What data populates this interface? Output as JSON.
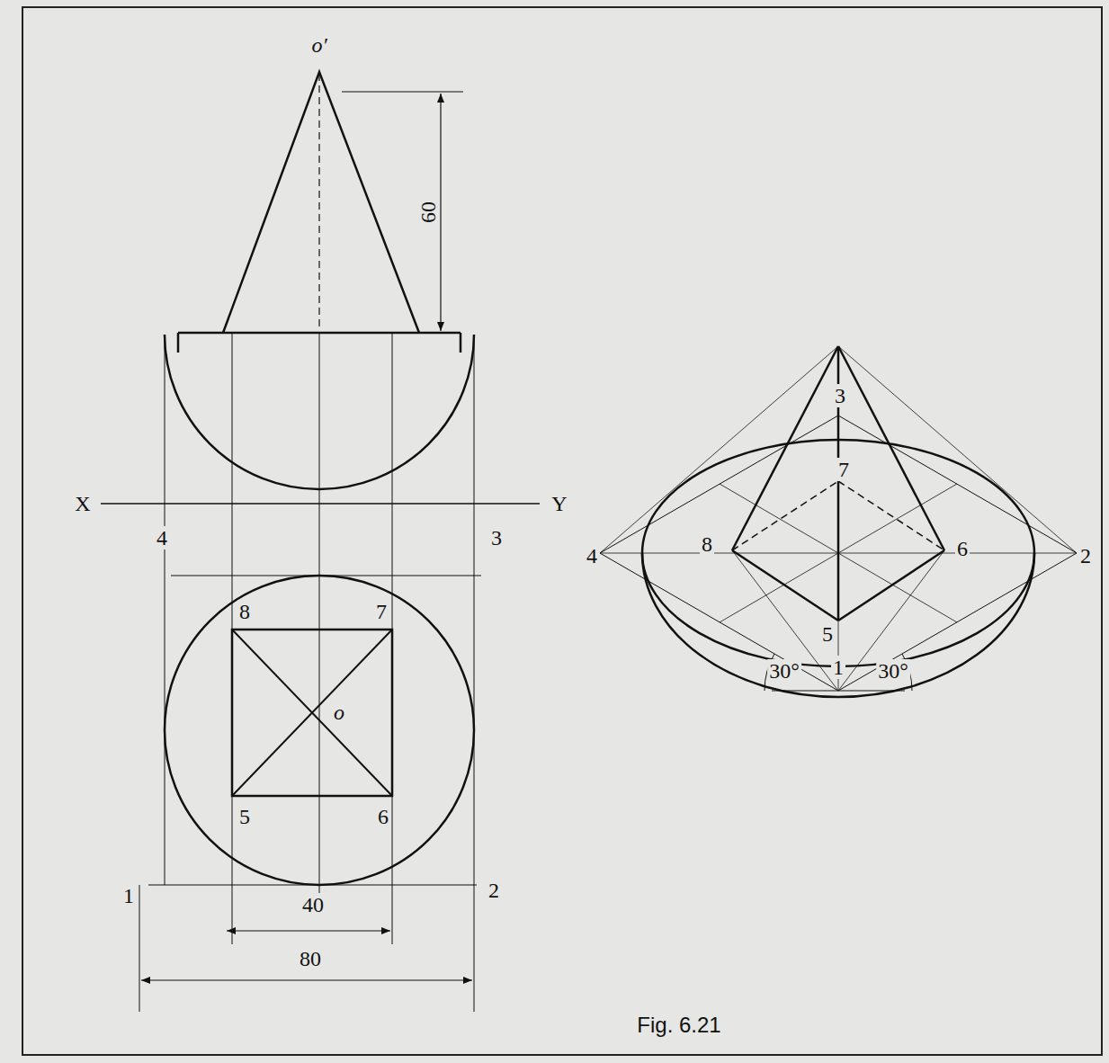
{
  "diagram": {
    "caption": "Fig. 6.21",
    "labels": [
      "o′",
      "60",
      "X",
      "Y",
      "4",
      "3",
      "8",
      "7",
      "o",
      "5",
      "6",
      "1",
      "2",
      "40",
      "80",
      "3",
      "7",
      "8",
      "4",
      "6",
      "2",
      "5",
      "1",
      "30°",
      "30°"
    ]
  }
}
